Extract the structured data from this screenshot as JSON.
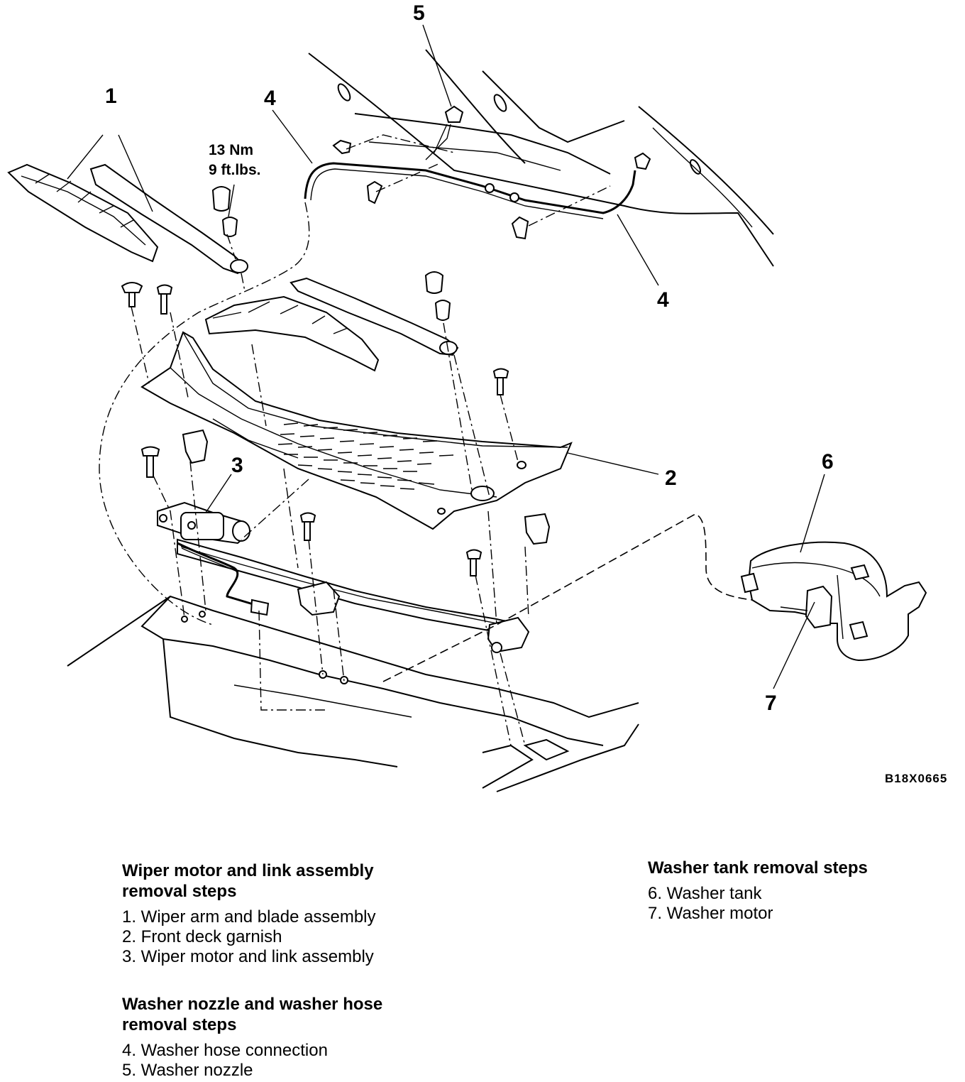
{
  "diagram": {
    "callouts": {
      "c1": "1",
      "c2": "2",
      "c3": "3",
      "c4a": "4",
      "c4b": "4",
      "c5": "5",
      "c6": "6",
      "c7": "7"
    },
    "torque_line1": "13 Nm",
    "torque_line2": "9 ft.lbs.",
    "figure_code": "B18X0665"
  },
  "steps": {
    "wiper": {
      "title_line1": "Wiper motor and link assembly",
      "title_line2": "removal steps",
      "items": [
        "1. Wiper arm and blade assembly",
        "2. Front deck garnish",
        "3. Wiper motor and link assembly"
      ]
    },
    "nozzle": {
      "title_line1": "Washer nozzle and washer hose",
      "title_line2": "removal steps",
      "items": [
        "4. Washer hose connection",
        "5. Washer nozzle"
      ]
    },
    "tank": {
      "title": "Washer tank removal steps",
      "items": [
        "6. Washer tank",
        "7. Washer motor"
      ]
    }
  }
}
